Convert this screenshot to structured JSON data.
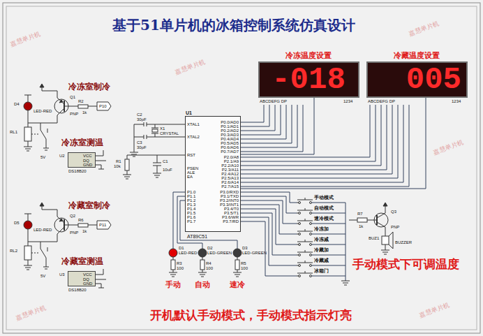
{
  "diagram": {
    "title": "基于51单片机的冰箱控制系统仿真设计",
    "nodes": [
      {
        "text": [
          "冷冻温度设置",
          "-018"
        ]
      },
      {
        "text": [
          "冷藏温度设置",
          "005"
        ]
      },
      {
        "text": [
          "U1",
          "AT89C51"
        ]
      },
      {
        "text": [
          "U2",
          "VCC",
          "DQ",
          "GND",
          "DS18B20"
        ]
      },
      {
        "text": [
          "U3",
          "VCC",
          "DQ",
          "GND",
          "DS18B20"
        ]
      }
    ],
    "edges": [
      {
        "from": 2,
        "to": 0,
        "arrow": "none"
      },
      {
        "from": 2,
        "to": 1,
        "arrow": "none"
      }
    ],
    "labels": [
      "冷冻室制冷",
      "D4",
      "LED-RED",
      "Q1",
      "PNP",
      "R2",
      "1k",
      "P10",
      "RL1",
      "5V",
      "冷冻室测温",
      "冷藏室制冷",
      "D5",
      "LED-RED",
      "Q2",
      "PNP",
      "R6",
      "1k",
      "P11",
      "RL2",
      "5V",
      "冷藏室测温",
      "C2",
      "30pF",
      "C3",
      "30pF",
      "X1",
      "CRYSTAL",
      "R1",
      "10k",
      "C1",
      "10uF",
      "XTAL1",
      "XTAL2",
      "RST",
      "PSEN",
      "ALE",
      "EA",
      "P1.0",
      "P1.1",
      "P1.2",
      "P1.3",
      "P1.4",
      "P1.5",
      "P1.6",
      "P1.7",
      "P0.0/AD0",
      "P0.1/AD1",
      "P0.2/AD2",
      "P0.3/AD3",
      "P0.4/AD4",
      "P0.5/AD5",
      "P0.6/AD6",
      "P0.7/AD7",
      "P2.0/A8",
      "P2.1/A9",
      "P2.2/A10",
      "P2.3/A11",
      "P2.4/A12",
      "P2.5/A13",
      "P2.6/A14",
      "P2.7/A15",
      "P3.0/RXD",
      "P3.1/TXD",
      "P3.2/INT0",
      "P3.3/INT1",
      "P3.4/T0",
      "P3.5/T1",
      "P3.6/WR",
      "P3.7/RD",
      "ABCDEFG DP",
      "1234",
      "ABCDEFG DP",
      "1234",
      "D1",
      "LED-RED",
      "D2",
      "LED-GREEN",
      "D3",
      "LED-GREEN",
      "R3",
      "100",
      "R4",
      "100",
      "R5",
      "100",
      "手动",
      "自动",
      "速冷",
      "手动模式",
      "自动模式",
      "速冷模式",
      "冷冻加",
      "冷冻减",
      "冷藏加",
      "冷藏减",
      "冰箱门",
      "R7",
      "1k",
      "Q3",
      "PNP",
      "BUZ1",
      "BUZZER",
      "手动模式下可调温度",
      "开机默认手动模式，手动模式指示灯亮",
      "嘉慧单片机",
      "嘉慧单片机",
      "嘉慧单片机",
      "嘉慧单片机",
      "嘉慧单片机",
      "嘉慧单片机"
    ]
  }
}
